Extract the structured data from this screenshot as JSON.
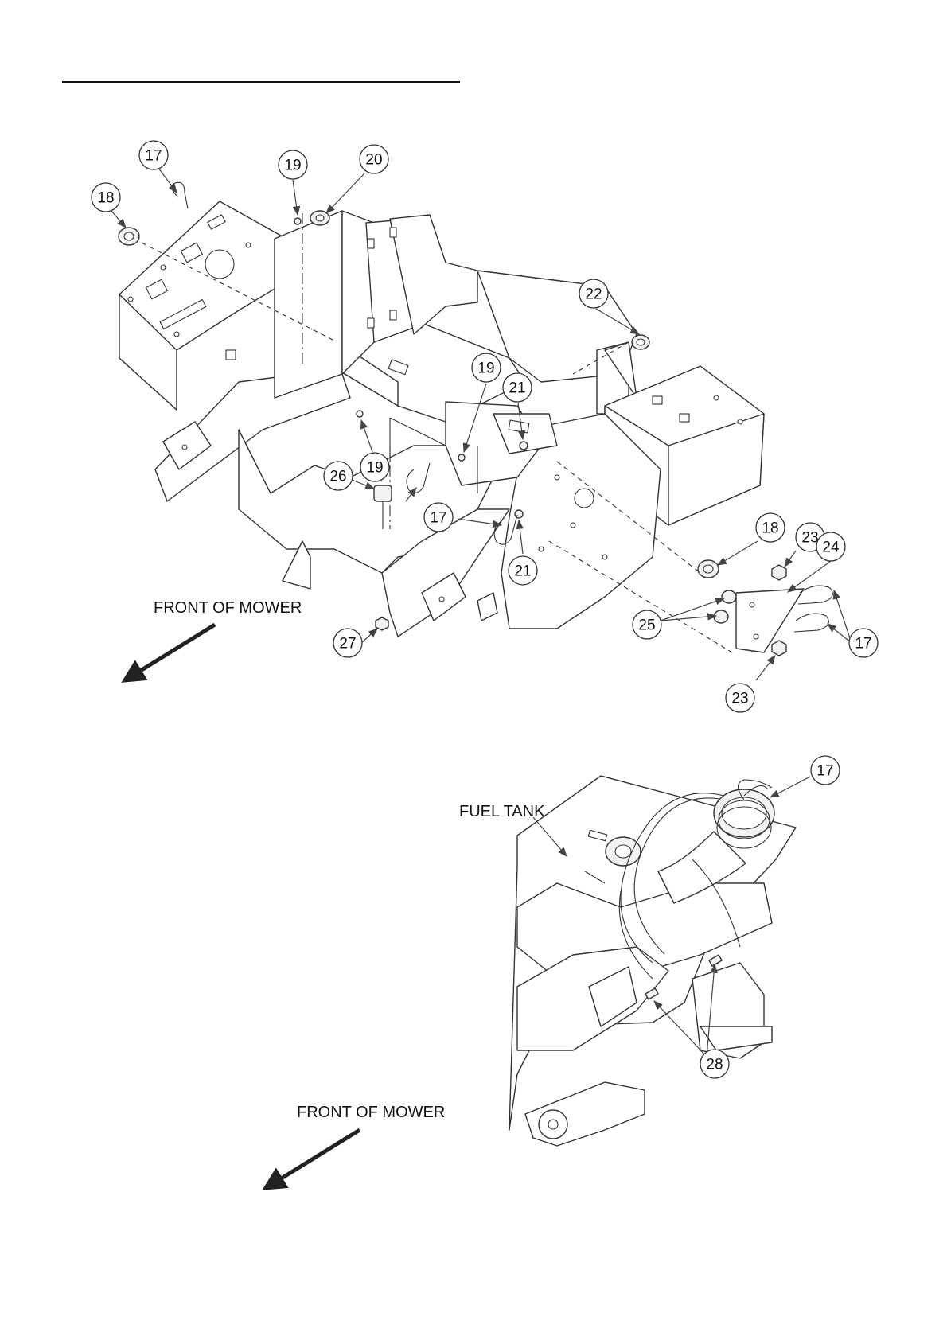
{
  "top_view": {
    "direction_label": "FRONT OF MOWER",
    "callouts": [
      "17",
      "18",
      "19",
      "20",
      "22",
      "19",
      "21",
      "19",
      "26",
      "17",
      "21",
      "18",
      "23",
      "24",
      "25",
      "17",
      "27",
      "23"
    ]
  },
  "bottom_view": {
    "fuel_tank_label": "FUEL TANK",
    "direction_label": "FRONT OF MOWER",
    "callouts": [
      "17",
      "28"
    ]
  }
}
